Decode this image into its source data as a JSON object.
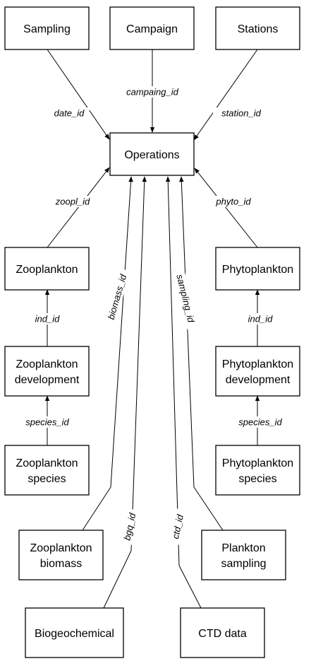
{
  "nodes": {
    "sampling": {
      "lines": [
        "Sampling"
      ]
    },
    "campaign": {
      "lines": [
        "Campaign"
      ]
    },
    "stations": {
      "lines": [
        "Stations"
      ]
    },
    "operations": {
      "lines": [
        "Operations"
      ]
    },
    "zooplankton": {
      "lines": [
        "Zooplankton"
      ]
    },
    "phytoplankton": {
      "lines": [
        "Phytoplankton"
      ]
    },
    "zoo_dev": {
      "lines": [
        "Zooplankton",
        "development"
      ]
    },
    "phyto_dev": {
      "lines": [
        "Phytoplankton",
        "development"
      ]
    },
    "zoo_species": {
      "lines": [
        "Zooplankton",
        "species"
      ]
    },
    "phyto_species": {
      "lines": [
        "Phytoplankton",
        "species"
      ]
    },
    "zoo_biomass": {
      "lines": [
        "Zooplankton",
        "biomass"
      ]
    },
    "plankton_sampling": {
      "lines": [
        "Plankton",
        "sampling"
      ]
    },
    "biogeochemical": {
      "lines": [
        "Biogeochemical"
      ]
    },
    "ctd": {
      "lines": [
        "CTD data"
      ]
    }
  },
  "edges": {
    "sampling_ops": {
      "label": "date_id"
    },
    "campaign_ops": {
      "label": "campaing_id"
    },
    "stations_ops": {
      "label": "station_id"
    },
    "zoo_ops": {
      "label": "zoopl_id"
    },
    "phyto_ops": {
      "label": "phyto_id"
    },
    "zoodev_zoo": {
      "label": "ind_id"
    },
    "phytodev_phyto": {
      "label": "ind_id"
    },
    "zoospecies_zoodev": {
      "label": "species_id"
    },
    "phytospecies_phytodev": {
      "label": "species_id"
    },
    "biomass_ops": {
      "label": "biomass_id"
    },
    "psampling_ops": {
      "label": "sampling_id"
    },
    "bgq_ops": {
      "label": "bgq_id"
    },
    "ctd_ops": {
      "label": "ctd_id"
    }
  }
}
